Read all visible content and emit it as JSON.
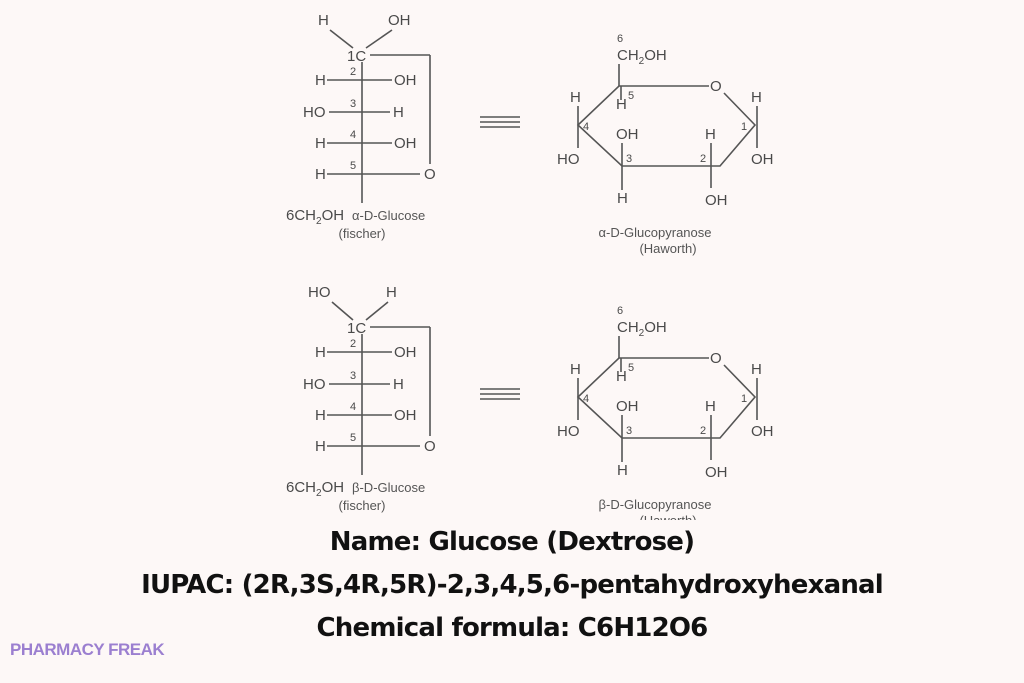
{
  "panels": [
    {
      "fischer": {
        "top_left": "H",
        "top_right": "OH",
        "c1": "1C",
        "rows": [
          {
            "n": "2",
            "left": "H",
            "right": "OH"
          },
          {
            "n": "3",
            "left": "HO",
            "right": "H"
          },
          {
            "n": "4",
            "left": "H",
            "right": "OH"
          },
          {
            "n": "5",
            "left": "H",
            "right": "O"
          }
        ],
        "bottom": [
          "6CH",
          "2",
          "OH"
        ],
        "name": "α-D-Glucose",
        "type": "(fischer)"
      },
      "equivalence": "≡",
      "haworth": {
        "c6_num": "6",
        "c6": [
          "CH",
          "2",
          "OH"
        ],
        "ring_o": "O",
        "h5": "H",
        "n5": "5",
        "c4_up": "H",
        "c4_down": "HO",
        "n4": "4",
        "c3_up": "OH",
        "c3_down": "H",
        "n3": "3",
        "c2_up": "H",
        "c2_down": "OH",
        "n2": "2",
        "c1_up": "H",
        "c1_down": "OH",
        "n1": "1",
        "name": "α-D-Glucopyranose",
        "type": "(Haworth)"
      }
    },
    {
      "fischer": {
        "top_left": "HO",
        "top_right": "H",
        "c1": "1C",
        "rows": [
          {
            "n": "2",
            "left": "H",
            "right": "OH"
          },
          {
            "n": "3",
            "left": "HO",
            "right": "H"
          },
          {
            "n": "4",
            "left": "H",
            "right": "OH"
          },
          {
            "n": "5",
            "left": "H",
            "right": "O"
          }
        ],
        "bottom": [
          "6CH",
          "2",
          "OH"
        ],
        "name": "β-D-Glucose",
        "type": "(fischer)"
      },
      "equivalence": "≡",
      "haworth": {
        "c6_num": "6",
        "c6": [
          "CH",
          "2",
          "OH"
        ],
        "ring_o": "O",
        "h5": "H",
        "n5": "5",
        "c4_up": "H",
        "c4_down": "HO",
        "n4": "4",
        "c3_up": "OH",
        "c3_down": "H",
        "n3": "3",
        "c2_up": "H",
        "c2_down": "OH",
        "n2": "2",
        "c1_up": "H",
        "c1_down": "OH",
        "n1": "1",
        "name": "β-D-Glucopyranose",
        "type": "(Haworth)"
      }
    }
  ],
  "info": {
    "name_line": "Name: Glucose (Dextrose)",
    "iupac_line": "IUPAC: (2R,3S,4R,5R)-2,3,4,5,6-pentahydroxyhexanal",
    "formula_line": "Chemical formula: C6H12O6"
  },
  "brand": "PHARMACY FREAK",
  "colors": {
    "background": "#fdf8f7",
    "brand": "#9b7fd0",
    "text": "#111111",
    "lines": "#555555"
  }
}
